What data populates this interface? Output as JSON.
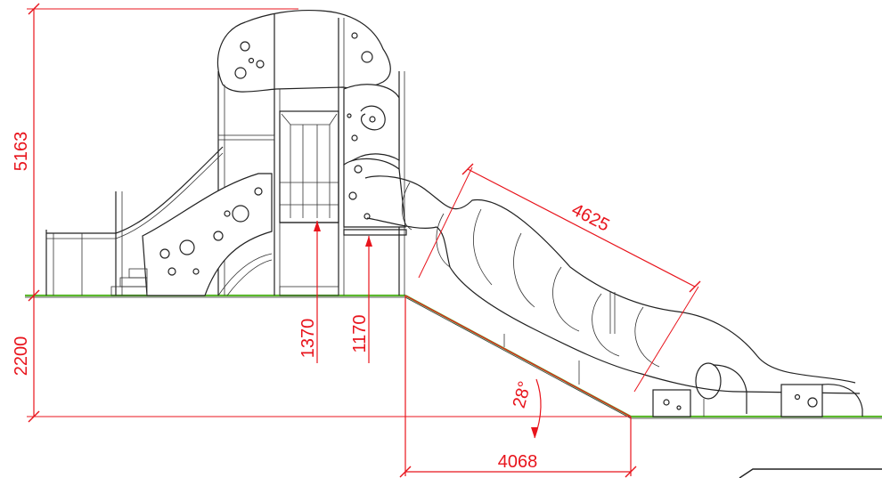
{
  "colors": {
    "dimension": "#e8141c",
    "outline": "#222222",
    "ground": "#5cb82e",
    "background": "#ffffff"
  },
  "dimensions": {
    "total_height": "5163",
    "platform_height": "2200",
    "step_height_a": "1370",
    "step_height_b": "1170",
    "slide_length": "4625",
    "slope_run": "4068",
    "slope_angle": "28°"
  }
}
